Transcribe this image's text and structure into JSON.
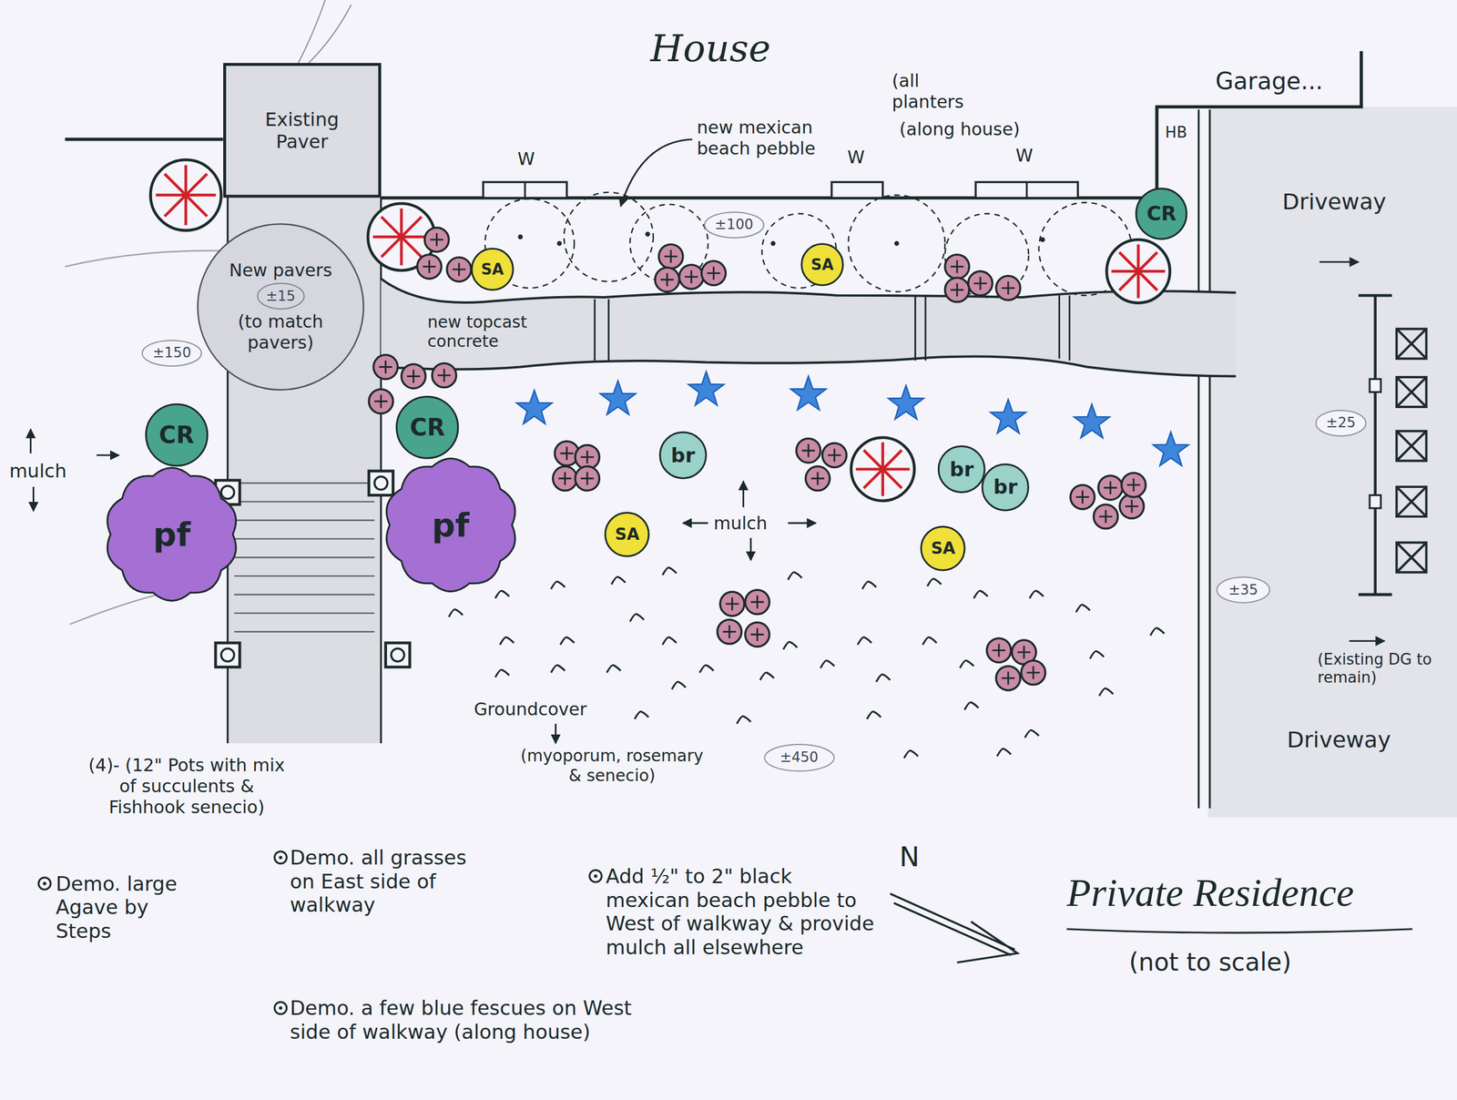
{
  "diagram": {
    "title": "Private Residence",
    "caption": "(not to scale)",
    "nodes": [
      {
        "text": [
          "Existing Paver"
        ]
      },
      {
        "text": [
          "New pavers",
          "(to match pavers)"
        ]
      },
      {
        "text": [
          "±15"
        ],
        "in": 1
      },
      {
        "text": [
          "±100"
        ]
      },
      {
        "text": [
          "CR"
        ]
      },
      {
        "text": [
          "SA"
        ]
      },
      {
        "text": [
          "SA"
        ]
      },
      {
        "text": [
          "±150"
        ]
      },
      {
        "text": [
          "CR"
        ]
      },
      {
        "text": [
          "CR"
        ]
      },
      {
        "text": [
          "pf"
        ]
      },
      {
        "text": [
          "pf"
        ]
      },
      {
        "text": [
          "br"
        ]
      },
      {
        "text": [
          "br"
        ]
      },
      {
        "text": [
          "br"
        ]
      },
      {
        "text": [
          "SA"
        ]
      },
      {
        "text": [
          "SA"
        ]
      },
      {
        "text": [
          "±25"
        ]
      },
      {
        "text": [
          "±35"
        ]
      },
      {
        "text": [
          "±450"
        ]
      }
    ],
    "labels": [
      "House",
      "(all planters",
      "(along house)",
      "new mexican beach pebble",
      "W",
      "W",
      "W",
      "HB",
      "Garage...",
      "Driveway",
      "new topcast concrete",
      "mulch",
      "mulch",
      "Groundcover",
      "(myoporum, rosemary & senecio)",
      "(4)- (12\" Pots with mix of succulents & Fishhook senecio)",
      "Demo. large Agave by Steps",
      "Demo. all grasses on East side of walkway",
      "Demo. a few blue fescues on West side of walkway (along house)",
      "Add ½\" to 2\" black mexican beach pebble to West of walkway & provide mulch all elsewhere",
      "N",
      "(Existing DG to remain)",
      "Driveway"
    ]
  }
}
